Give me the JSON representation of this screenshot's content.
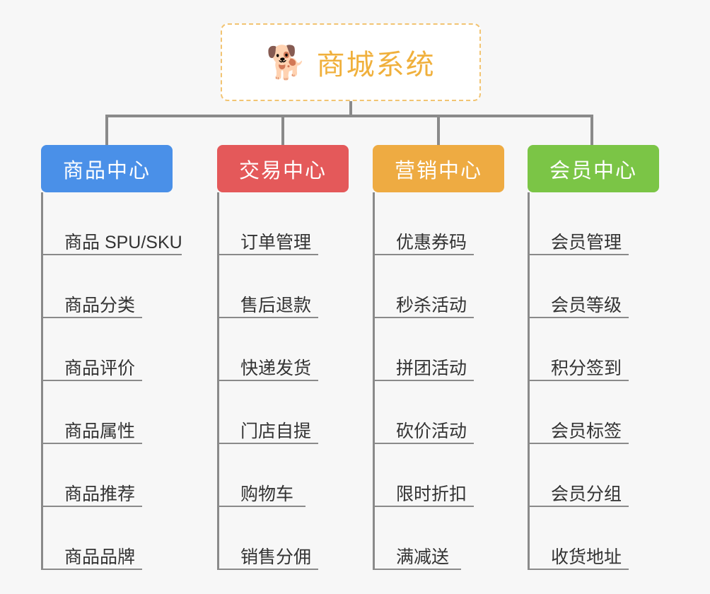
{
  "root": {
    "icon": "shiba-dog-face-emoji",
    "icon_glyph": "🐕",
    "title": "商城系统",
    "border_color": "#f2c472",
    "title_color": "#f0b03c"
  },
  "theme": {
    "background": "#f7f7f7",
    "connector_color": "#8a8a8a",
    "leaf_text_color": "#333333",
    "leaf_rule_color": "#8a8a8a"
  },
  "columns": [
    {
      "title": "商品中心",
      "color": "#4a90e8",
      "items": [
        "商品 SPU/SKU",
        "商品分类",
        "商品评价",
        "商品属性",
        "商品推荐",
        "商品品牌"
      ]
    },
    {
      "title": "交易中心",
      "color": "#e4595a",
      "items": [
        "订单管理",
        "售后退款",
        "快递发货",
        "门店自提",
        "购物车",
        "销售分佣"
      ]
    },
    {
      "title": "营销中心",
      "color": "#eeab42",
      "items": [
        "优惠券码",
        "秒杀活动",
        "拼团活动",
        "砍价活动",
        "限时折扣",
        "满减送"
      ]
    },
    {
      "title": "会员中心",
      "color": "#7bc546",
      "items": [
        "会员管理",
        "会员等级",
        "积分签到",
        "会员标签",
        "会员分组",
        "收货地址"
      ]
    }
  ]
}
